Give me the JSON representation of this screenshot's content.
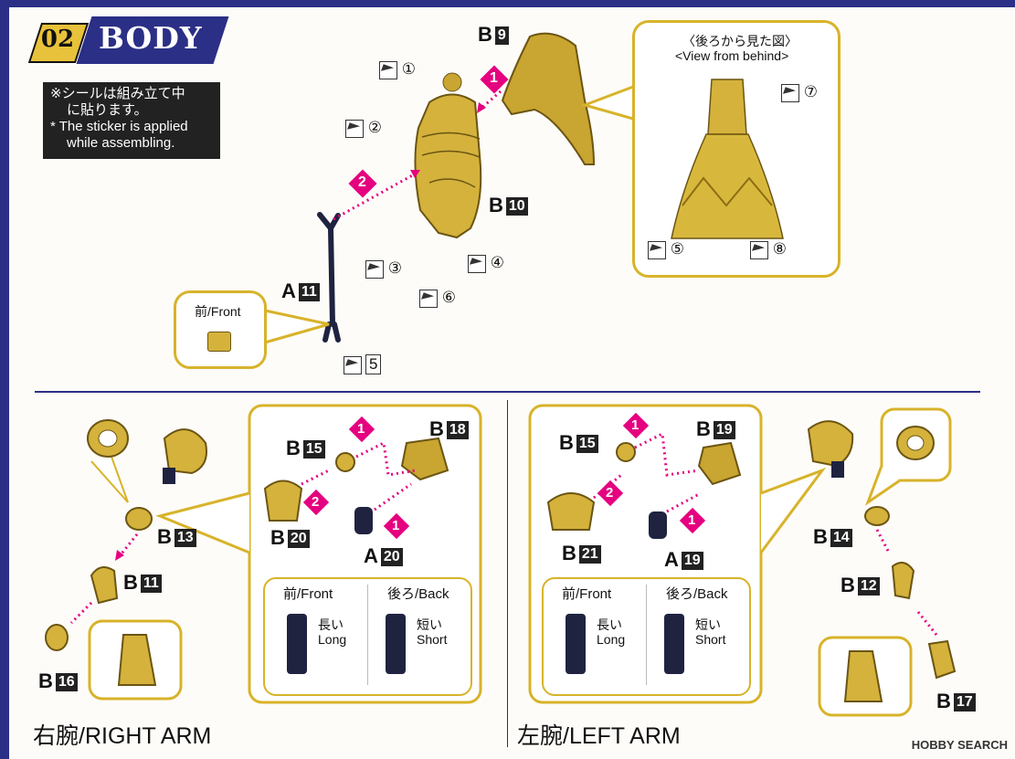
{
  "step": {
    "number": "02",
    "title": "BODY"
  },
  "note": {
    "line1": "※シールは組み立て中",
    "line2": "に貼ります。",
    "line3": "* The sticker is applied",
    "line4": "while assembling."
  },
  "colors": {
    "brand": "#2b2f86",
    "gold": "#d8b32a",
    "arrow": "#e5007f"
  },
  "body_section": {
    "part_b9": {
      "letter": "B",
      "num": "9"
    },
    "part_b10": {
      "letter": "B",
      "num": "10"
    },
    "part_a11": {
      "letter": "A",
      "num": "11"
    },
    "arrow_1": "1",
    "arrow_2": "2",
    "stickers": [
      "①",
      "②",
      "③",
      "④",
      "⑥"
    ],
    "sticker_5": "5",
    "front_label": "前/Front",
    "back_view": {
      "title_jp": "〈後ろから見た図〉",
      "title_en": "<View from behind>",
      "stickers": [
        "⑦",
        "⑤",
        "⑧"
      ]
    }
  },
  "right_arm": {
    "title": "右腕/RIGHT ARM",
    "parts": {
      "b13": {
        "letter": "B",
        "num": "13"
      },
      "b11": {
        "letter": "B",
        "num": "11"
      },
      "b16": {
        "letter": "B",
        "num": "16"
      },
      "b15": {
        "letter": "B",
        "num": "15"
      },
      "b18": {
        "letter": "B",
        "num": "18"
      },
      "b20": {
        "letter": "B",
        "num": "20"
      },
      "a20": {
        "letter": "A",
        "num": "20"
      }
    },
    "arrows": [
      "1",
      "2",
      "1"
    ],
    "front": "前/Front",
    "back": "後ろ/Back",
    "long_jp": "長い",
    "long_en": "Long",
    "short_jp": "短い",
    "short_en": "Short"
  },
  "left_arm": {
    "title": "左腕/LEFT ARM",
    "parts": {
      "b15": {
        "letter": "B",
        "num": "15"
      },
      "b19": {
        "letter": "B",
        "num": "19"
      },
      "b21": {
        "letter": "B",
        "num": "21"
      },
      "a19": {
        "letter": "A",
        "num": "19"
      },
      "b14": {
        "letter": "B",
        "num": "14"
      },
      "b12": {
        "letter": "B",
        "num": "12"
      },
      "b17": {
        "letter": "B",
        "num": "17"
      }
    },
    "arrows": [
      "1",
      "2",
      "1"
    ],
    "front": "前/Front",
    "back": "後ろ/Back",
    "long_jp": "長い",
    "long_en": "Long",
    "short_jp": "短い",
    "short_en": "Short"
  },
  "watermark": "HOBBY SEARCH"
}
